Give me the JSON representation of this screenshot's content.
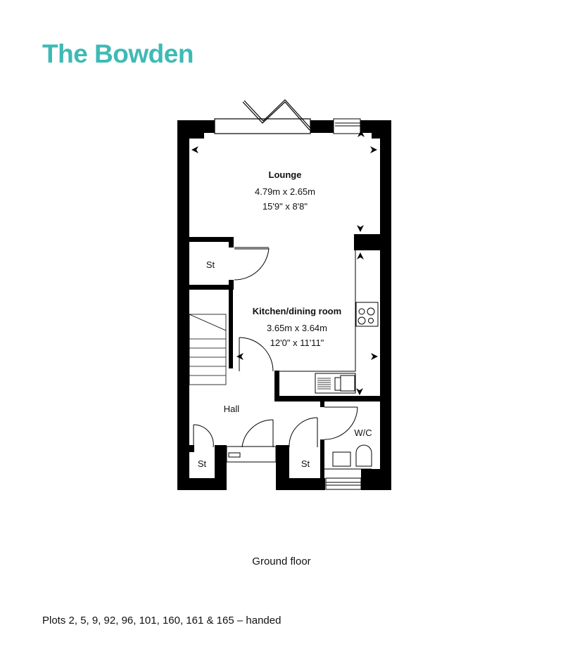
{
  "header": {
    "title": "The Bowden",
    "title_color": "#3ebab5"
  },
  "floorplan": {
    "rooms": {
      "lounge": {
        "name": "Lounge",
        "metric": "4.79m x 2.65m",
        "imperial": "15'9\" x 8'8\""
      },
      "kitchen": {
        "name": "Kitchen/dining room",
        "metric": "3.65m x 3.64m",
        "imperial": "12'0\" x 11'11\""
      },
      "hall": {
        "name": "Hall"
      },
      "wc": {
        "name": "W/C"
      },
      "store_upper": {
        "name": "St"
      },
      "store_left": {
        "name": "St"
      },
      "store_right": {
        "name": "St"
      }
    },
    "wall_color": "#000000"
  },
  "footer": {
    "floor_label": "Ground floor",
    "plots_note": "Plots 2, 5, 9, 92, 96, 101, 160, 161 & 165 – handed"
  }
}
